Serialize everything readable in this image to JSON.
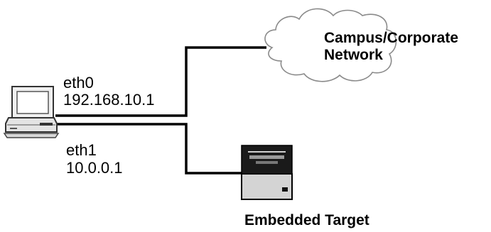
{
  "host": {
    "eth0": {
      "name": "eth0",
      "ip": "192.168.10.1"
    },
    "eth1": {
      "name": "eth1",
      "ip": "10.0.0.1"
    }
  },
  "network": {
    "title_line1": "Campus/Corporate",
    "title_line2": "Network"
  },
  "target": {
    "title": "Embedded Target"
  },
  "icons": {
    "host": "desktop-computer-icon",
    "network": "cloud-icon",
    "target": "embedded-device-icon"
  }
}
